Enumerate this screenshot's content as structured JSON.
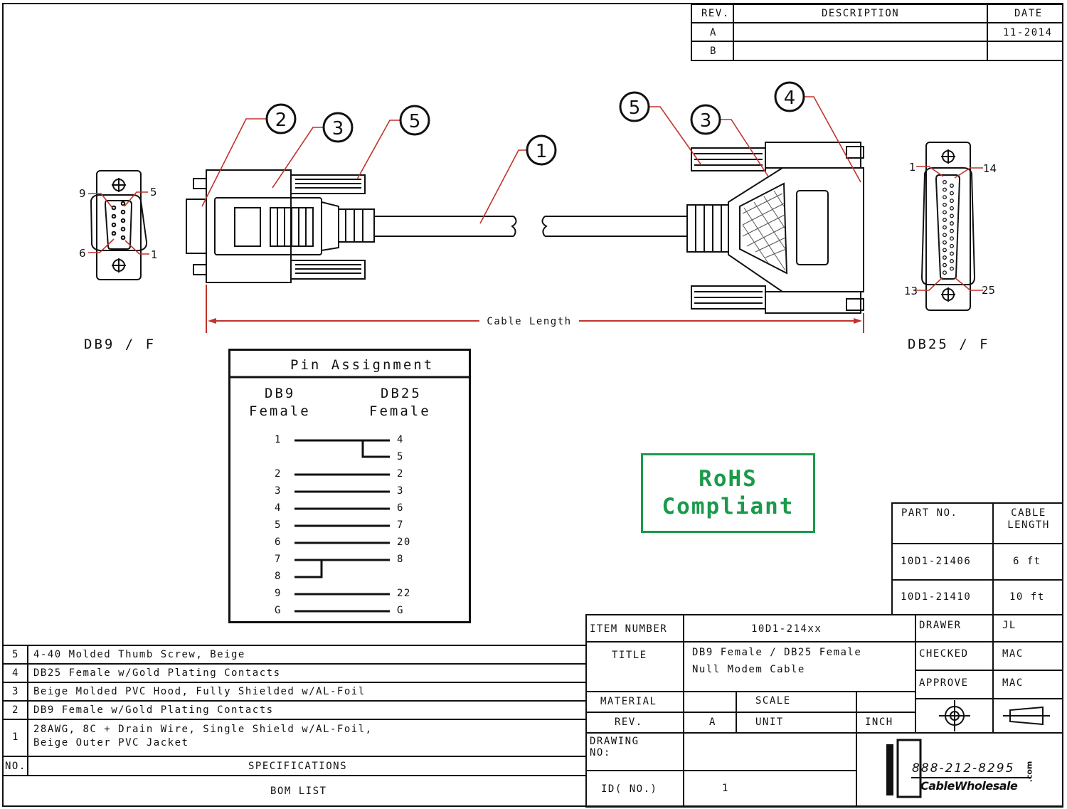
{
  "revision_table": {
    "headers": [
      "REV.",
      "DESCRIPTION",
      "DATE"
    ],
    "rows": [
      {
        "rev": "A",
        "description": "",
        "date": "11-2014"
      },
      {
        "rev": "B",
        "description": "",
        "date": ""
      }
    ]
  },
  "drawing": {
    "callouts": [
      "1",
      "2",
      "3",
      "4",
      "5"
    ],
    "dimension_label": "Cable Length",
    "left_connector_label": "DB9 / F",
    "right_connector_label": "DB25 / F",
    "db9_pin_labels": [
      "9",
      "5",
      "6",
      "1"
    ],
    "db25_pin_labels": [
      "1",
      "14",
      "13",
      "25"
    ]
  },
  "pin_assignment": {
    "title": "Pin Assignment",
    "left_header_1": "DB9",
    "left_header_2": "Female",
    "right_header_1": "DB25",
    "right_header_2": "Female",
    "left_pins": [
      "1",
      "2",
      "3",
      "4",
      "5",
      "6",
      "7",
      "8",
      "9",
      "G"
    ],
    "right_pins": [
      "4",
      "5",
      "2",
      "3",
      "6",
      "7",
      "20",
      "8",
      "22",
      "G"
    ]
  },
  "rohs": {
    "line1": "RoHS",
    "line2": "Compliant",
    "color": "#1a9a4a"
  },
  "part_table": {
    "headers": {
      "part_no": "PART NO.",
      "cable_length": "CABLE LENGTH"
    },
    "rows": [
      {
        "part_no": "10D1-21406",
        "length": "6 ft"
      },
      {
        "part_no": "10D1-21410",
        "length": "10 ft"
      }
    ]
  },
  "title_block": {
    "item_number_label": "ITEM NUMBER",
    "item_number": "10D1-214xx",
    "title_label": "TITLE",
    "title_line1": "DB9 Female / DB25 Female",
    "title_line2": "Null Modem Cable",
    "material_label": "MATERIAL",
    "scale_label": "SCALE",
    "rev_label": "REV.",
    "rev_value": "A",
    "unit_label": "UNIT",
    "unit_value": "INCH",
    "drawing_no_label_1": "DRAWING",
    "drawing_no_label_2": "NO:",
    "id_no_label": "ID( NO.)",
    "id_no_value": "1",
    "drawer_label": "DRAWER",
    "drawer_value": "JL",
    "checked_label": "CHECKED",
    "checked_value": "MAC",
    "approve_label": "APPROVE",
    "approve_value": "MAC",
    "phone": "888-212-8295",
    "company": "CableWholesale",
    "company_suffix": ".com"
  },
  "bom": {
    "rows": [
      {
        "no": "5",
        "spec": "4-40 Molded Thumb Screw, Beige"
      },
      {
        "no": "4",
        "spec": "DB25 Female w/Gold Plating Contacts"
      },
      {
        "no": "3",
        "spec": "Beige Molded PVC Hood, Fully Shielded w/AL-Foil"
      },
      {
        "no": "2",
        "spec": "DB9 Female w/Gold Plating Contacts"
      },
      {
        "no": "1",
        "spec": "28AWG, 8C + Drain Wire, Single Shield w/AL-Foil,",
        "spec2": "Beige Outer PVC Jacket"
      }
    ],
    "no_header": "NO.",
    "spec_header": "SPECIFICATIONS",
    "footer": "BOM LIST"
  }
}
